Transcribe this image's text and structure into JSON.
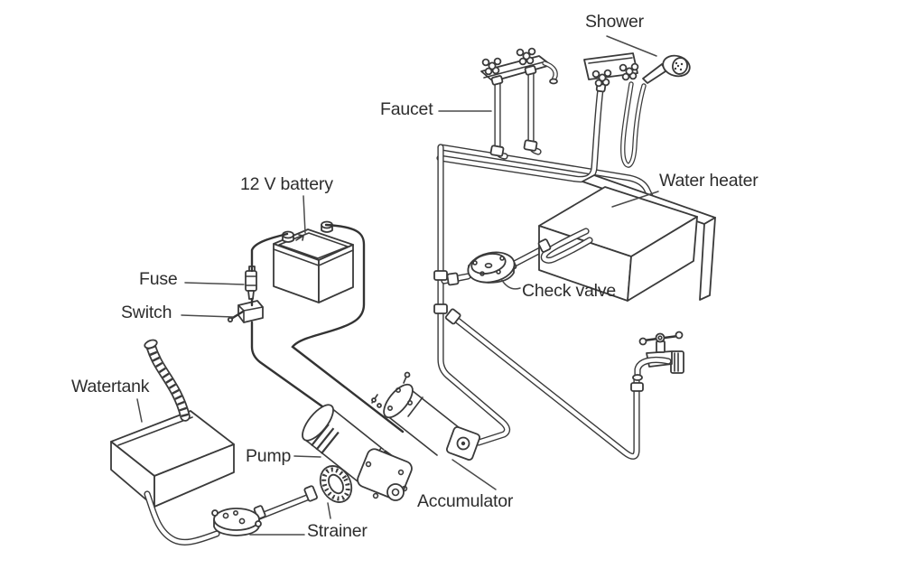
{
  "labels": {
    "shower": "Shower",
    "faucet": "Faucet",
    "water_heater": "Water heater",
    "check_valve": "Check valve",
    "battery": "12 V battery",
    "fuse": "Fuse",
    "switch": "Switch",
    "watertank": "Watertank",
    "pump": "Pump",
    "accumulator": "Accumulator",
    "strainer": "Strainer"
  },
  "colors": {
    "background": "#ffffff",
    "line_art": "#3a3a3a",
    "label_text": "#2d2d2d"
  }
}
